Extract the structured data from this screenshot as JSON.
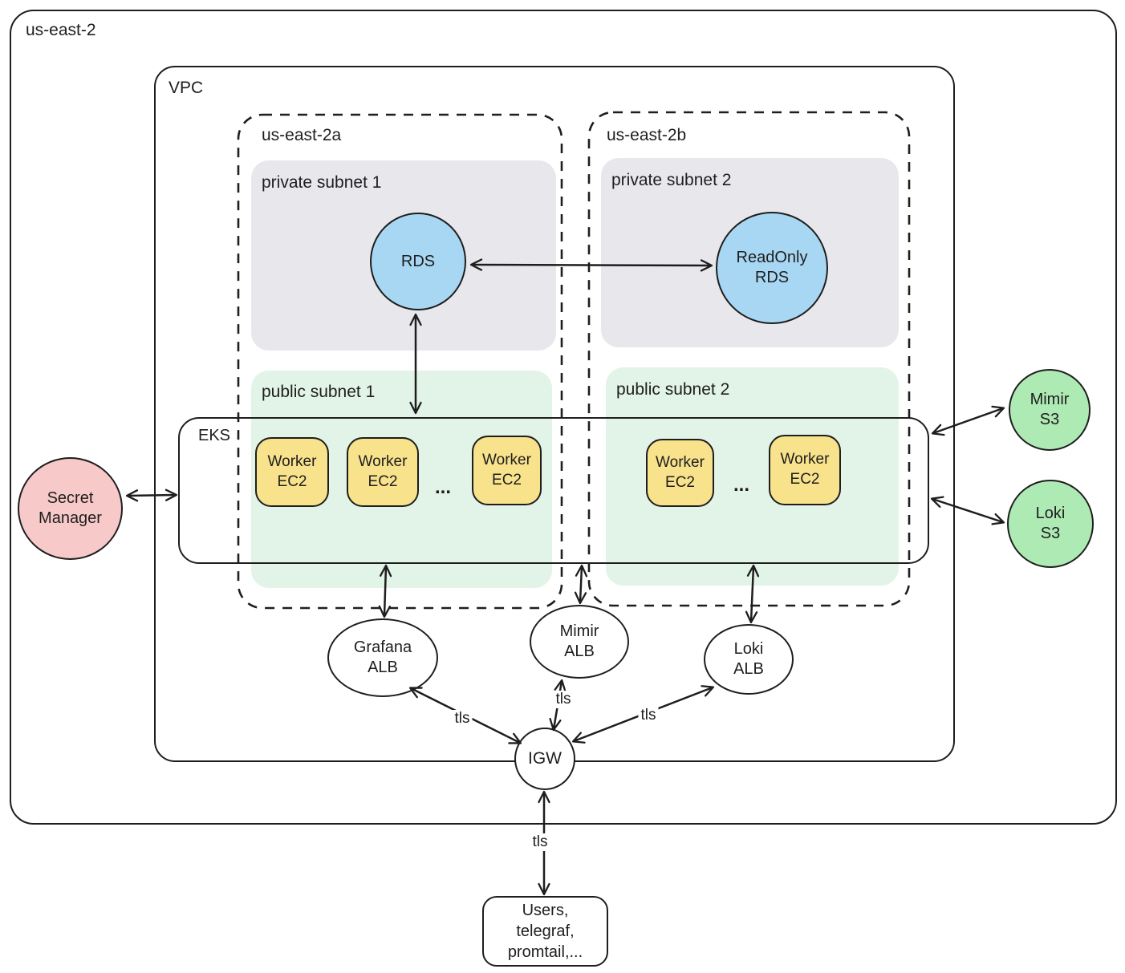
{
  "region": {
    "label": "us-east-2"
  },
  "vpc": {
    "label": "VPC"
  },
  "availability_zones": [
    {
      "label": "us-east-2a"
    },
    {
      "label": "us-east-2b"
    }
  ],
  "subnets": {
    "private_1": {
      "label": "private subnet 1"
    },
    "private_2": {
      "label": "private subnet 2"
    },
    "public_1": {
      "label": "public subnet 1"
    },
    "public_2": {
      "label": "public subnet 2"
    }
  },
  "eks": {
    "label": "EKS"
  },
  "nodes": {
    "rds": {
      "label": "RDS"
    },
    "readonly_rds": {
      "line1": "ReadOnly",
      "line2": "RDS"
    },
    "secret_manager": {
      "line1": "Secret",
      "line2": "Manager"
    },
    "mimir_s3": {
      "line1": "Mimir",
      "line2": "S3"
    },
    "loki_s3": {
      "line1": "Loki",
      "line2": "S3"
    },
    "grafana_alb": {
      "line1": "Grafana",
      "line2": "ALB"
    },
    "mimir_alb": {
      "line1": "Mimir",
      "line2": "ALB"
    },
    "loki_alb": {
      "line1": "Loki",
      "line2": "ALB"
    },
    "igw": {
      "label": "IGW"
    },
    "users": {
      "line1": "Users,",
      "line2": "telegraf,",
      "line3": "promtail,..."
    }
  },
  "workers": [
    {
      "line1": "Worker",
      "line2": "EC2"
    },
    {
      "line1": "Worker",
      "line2": "EC2"
    },
    {
      "line1": "Worker",
      "line2": "EC2"
    },
    {
      "line1": "Worker",
      "line2": "EC2"
    },
    {
      "line1": "Worker",
      "line2": "EC2"
    }
  ],
  "ellipsis": {
    "subnet1": "...",
    "subnet2": "..."
  },
  "edge_labels": {
    "igw_grafana": "tls",
    "igw_mimir": "tls",
    "igw_loki": "tls",
    "igw_users": "tls"
  },
  "colors": {
    "stroke": "#1e1e1e",
    "rds_fill": "#a8d7f3",
    "worker_fill": "#f8e28c",
    "private_subnet_fill": "#e8e8ec",
    "public_subnet_fill": "#e2f3e7",
    "s3_fill": "#aeeab4",
    "secret_manager_fill": "#f7c9c9",
    "node_fill": "#ffffff"
  }
}
